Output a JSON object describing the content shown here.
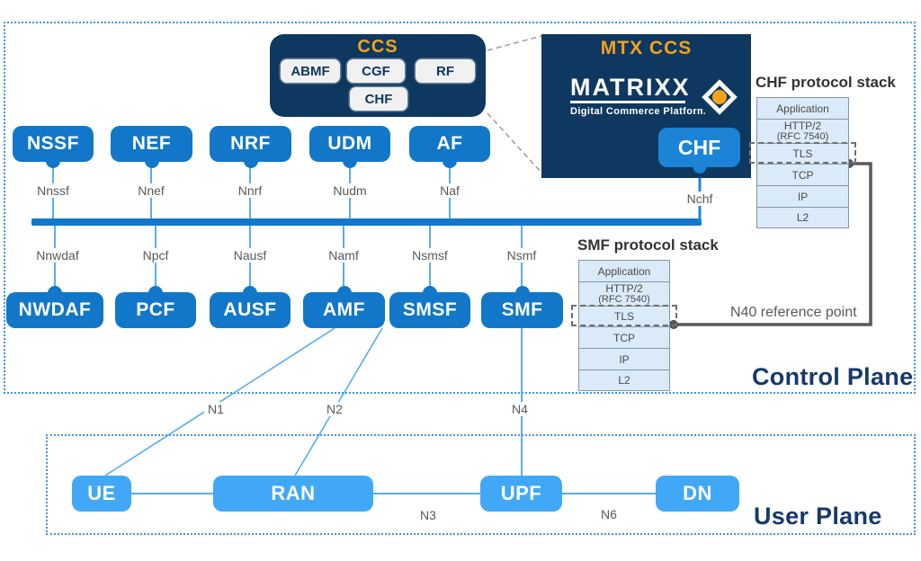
{
  "colors": {
    "primary-blue": "#1277C8",
    "light-blue": "#41A8F7",
    "navy": "#0E3860",
    "orange": "#F5A21B",
    "stack-fill": "#DAEAF9",
    "stack-border": "#8296A5",
    "line-blue": "#59ADEE",
    "gray-text": "#595959",
    "plane-border": "#3E95E7",
    "plane-label": "#17396B",
    "n40-line": "#595959"
  },
  "control_plane": {
    "label": "Control Plane",
    "ccs": {
      "title": "CCS",
      "abmf": "ABMF",
      "cgf": "CGF",
      "rf": "RF",
      "chf": "CHF"
    },
    "mtx": {
      "title": "MTX CCS",
      "brand": "MATRIXX",
      "tagline": "Digital Commerce Platform",
      "chf": "CHF",
      "nchf": "Nchf"
    },
    "nf_top": [
      {
        "name": "NSSF",
        "interface": "Nnssf"
      },
      {
        "name": "NEF",
        "interface": "Nnef"
      },
      {
        "name": "NRF",
        "interface": "Nnrf"
      },
      {
        "name": "UDM",
        "interface": "Nudm"
      },
      {
        "name": "AF",
        "interface": "Naf"
      }
    ],
    "nf_bottom": [
      {
        "name": "NWDAF",
        "interface": "Nnwdaf"
      },
      {
        "name": "PCF",
        "interface": "Npcf"
      },
      {
        "name": "AUSF",
        "interface": "Nausf"
      },
      {
        "name": "AMF",
        "interface": "Namf"
      },
      {
        "name": "SMSF",
        "interface": "Nsmsf"
      },
      {
        "name": "SMF",
        "interface": "Nsmf"
      }
    ],
    "chf_stack": {
      "title": "CHF protocol stack",
      "layers": [
        {
          "name": "Application"
        },
        {
          "name": "HTTP/2",
          "sub": "(RFC 7540)"
        },
        {
          "name": "TLS"
        },
        {
          "name": "TCP"
        },
        {
          "name": "IP"
        },
        {
          "name": "L2"
        }
      ]
    },
    "smf_stack": {
      "title": "SMF protocol stack",
      "layers": [
        {
          "name": "Application"
        },
        {
          "name": "HTTP/2",
          "sub": "(RFC 7540)"
        },
        {
          "name": "TLS"
        },
        {
          "name": "TCP"
        },
        {
          "name": "IP"
        },
        {
          "name": "L2"
        }
      ]
    },
    "n40_label": "N40 reference point"
  },
  "user_plane": {
    "label": "User Plane",
    "nodes": [
      {
        "name": "UE"
      },
      {
        "name": "RAN"
      },
      {
        "name": "UPF"
      },
      {
        "name": "DN"
      }
    ],
    "reference_points": {
      "n1": "N1",
      "n2": "N2",
      "n3": "N3",
      "n4": "N4",
      "n6": "N6"
    }
  }
}
